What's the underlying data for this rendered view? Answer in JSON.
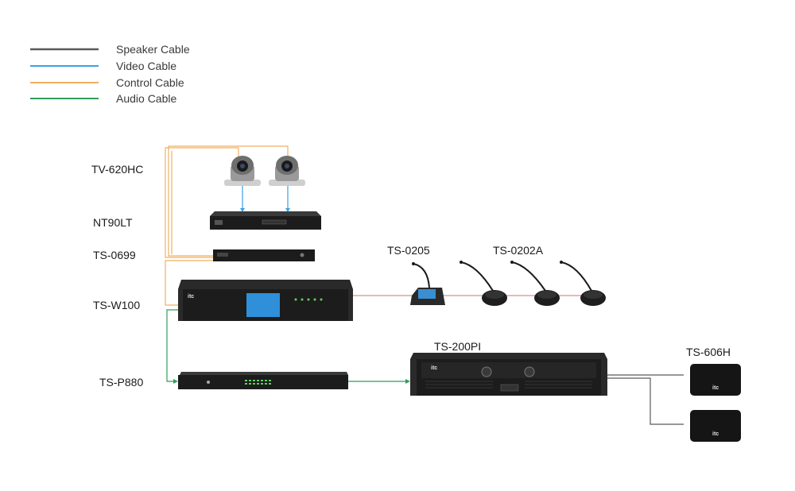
{
  "legend": [
    {
      "label": "Speaker Cable",
      "color": "#5a5a5a"
    },
    {
      "label": "Video Cable",
      "color": "#3aa0e6"
    },
    {
      "label": "Control Cable",
      "color": "#f0b060"
    },
    {
      "label": "Audio Cable",
      "color": "#2e9e5a"
    }
  ],
  "devices": {
    "camera": "TV-620HC",
    "video_matrix": "NT90LT",
    "tracking": "TS-0699",
    "conference_host": "TS-W100",
    "processor": "TS-P880",
    "chairman_unit": "TS-0205",
    "delegate_unit": "TS-0202A",
    "amplifier": "TS-200PI",
    "speaker": "TS-606H"
  },
  "brand": "itc",
  "colors": {
    "speaker_cable": "#5a5a5a",
    "video_cable": "#3aa0e6",
    "control_cable": "#f0b060",
    "audio_cable": "#2e9e5a"
  }
}
